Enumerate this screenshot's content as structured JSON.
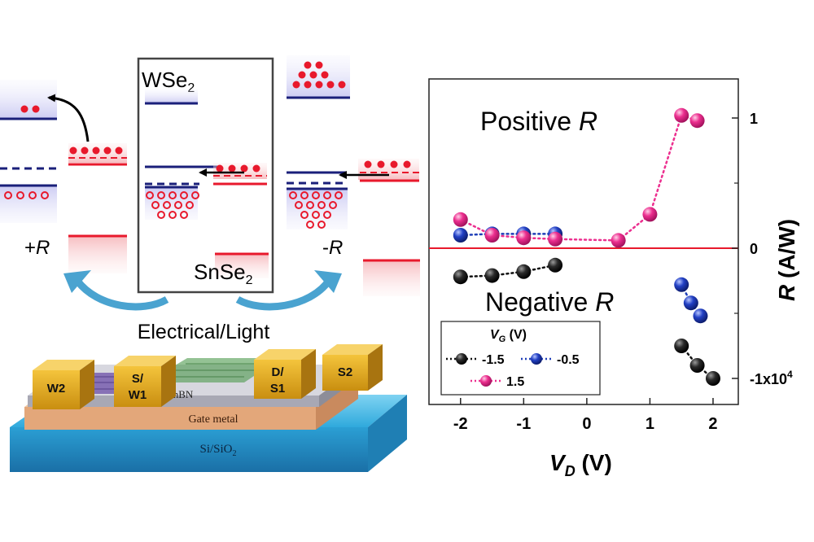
{
  "band_diagram": {
    "wse2_label": "WSe",
    "wse2_sub": "2",
    "snse2_label": "SnSe",
    "snse2_sub": "2",
    "plus_r_sign": "+",
    "minus_r_sign": "-",
    "r_symbol": "R",
    "stimulus_label": "Electrical/Light"
  },
  "device": {
    "electrodes": [
      {
        "line1": "W2",
        "line2": ""
      },
      {
        "line1": "S/",
        "line2": "W1"
      },
      {
        "line1": "D/",
        "line2": "S1"
      },
      {
        "line1": "S2",
        "line2": ""
      }
    ],
    "hbn_label": "hBN",
    "gate_label": "Gate metal",
    "substrate_label": "Si/SiO",
    "substrate_sub": "2"
  },
  "colors": {
    "hole_red": "#e8192c",
    "band_navy": "#1a1f7a",
    "arrow_blue": "#4aa3d0",
    "pink": "#ec2f8f",
    "blue": "#1f3fb8",
    "black": "#111111",
    "zero_line": "#e8192c"
  },
  "chart_data": {
    "type": "scatter",
    "xlabel_var": "V",
    "xlabel_sub": "D",
    "xlabel_unit": " (V)",
    "ylabel_var": "R",
    "ylabel_unit": " (A/W)",
    "xlim": [
      -2.5,
      2.4
    ],
    "ylim": [
      -12000,
      13000
    ],
    "x_ticks": [
      -2,
      -1,
      0,
      1,
      2
    ],
    "x_tick_labels": [
      "-2",
      "-1",
      "0",
      "1",
      "2"
    ],
    "y_ticks": [
      10000,
      0,
      -10000
    ],
    "y_tick_labels": [
      "1",
      "0",
      "-1x10"
    ],
    "y_tick_exponent": "4",
    "annotations": {
      "positive": "Positive ",
      "negative": "Negative ",
      "r": "R"
    },
    "legend": {
      "title_var": "V",
      "title_sub": "G",
      "title_unit": " (V)",
      "entries": [
        "-1.5",
        "-0.5",
        "1.5"
      ]
    },
    "series": [
      {
        "name": "-1.5",
        "color": "#111111",
        "x": [
          -2.0,
          -1.5,
          -1.0,
          -0.5,
          1.5,
          1.75,
          2.0
        ],
        "y": [
          -2200,
          -2100,
          -1800,
          -1300,
          -7500,
          -9000,
          -10000
        ]
      },
      {
        "name": "-0.5",
        "color": "#1f3fb8",
        "x": [
          -2.0,
          -1.5,
          -1.0,
          -0.5,
          1.5,
          1.65,
          1.8
        ],
        "y": [
          1000,
          1100,
          1100,
          1100,
          -2800,
          -4200,
          -5200
        ]
      },
      {
        "name": "1.5",
        "color": "#ec2f8f",
        "x": [
          -2.0,
          -1.5,
          -1.0,
          -0.5,
          0.5,
          1.0,
          1.5,
          1.75
        ],
        "y": [
          2200,
          1000,
          800,
          700,
          600,
          2600,
          10200,
          9800
        ]
      }
    ]
  }
}
